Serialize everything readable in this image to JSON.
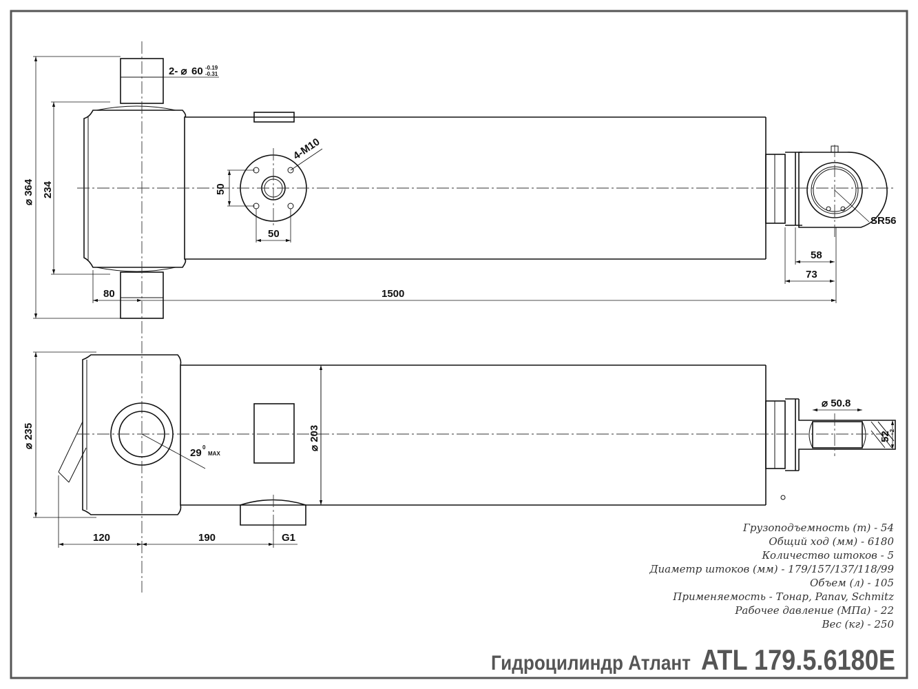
{
  "dimensions": {
    "pin_diameter_prefix": "2- ⌀",
    "pin_diameter_value": "60",
    "pin_tol_upper": "-0.19",
    "pin_tol_lower": "-0.31",
    "thread": "4-M10",
    "flange_height": "50",
    "flange_width": "50",
    "diameter_364": "⌀ 364",
    "dim_234": "234",
    "dim_80": "80",
    "dim_1500": "1500",
    "radius_sr56": "SR56",
    "dim_58": "58",
    "dim_73": "73",
    "diameter_235": "⌀ 235",
    "angle_29": "29",
    "angle_deg": "0",
    "angle_max": "MAX",
    "diameter_203": "⌀ 203",
    "diameter_50_8": "⌀ 50.8",
    "dim_52": "52",
    "dim_52_tol": "-2",
    "dim_120": "120",
    "dim_190": "190",
    "port_g1": "G1"
  },
  "specs": [
    "Грузоподъемность (т) - 54",
    "Общий ход (мм) - 6180",
    "Количество штоков - 5",
    "Диаметр штоков (мм) - 179/157/137/118/99",
    "Объем (л) - 105",
    "Применяемость - Тонар, Panav, Schmitz",
    "Рабочее давление (МПа) - 22",
    "Вес (кг) - 250"
  ],
  "title": {
    "name": "Гидроцилиндр Атлант",
    "model": "ATL 179.5.6180E"
  }
}
